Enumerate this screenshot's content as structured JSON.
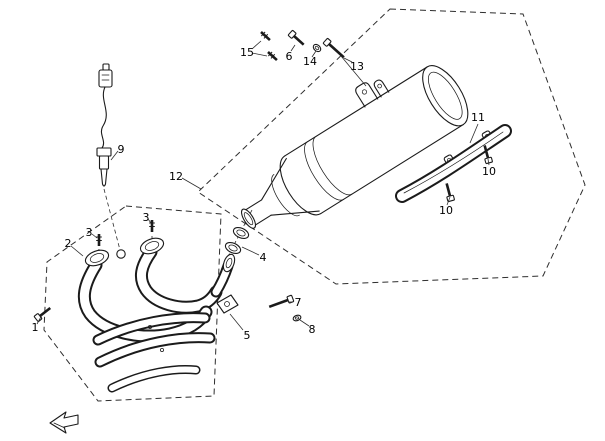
{
  "diagram": {
    "kind": "exploded-parts-diagram",
    "subject": "exhaust-system",
    "colors": {
      "line": "#1b1b1b",
      "background": "#ffffff",
      "dashed_outline": "#2e2e2e"
    },
    "icons": {
      "direction_indicator": "front-direction-arrow-icon"
    },
    "callouts": [
      {
        "part": "15"
      },
      {
        "part": "6"
      },
      {
        "part": "14"
      },
      {
        "part": "13"
      },
      {
        "part": "9"
      },
      {
        "part": "12"
      },
      {
        "part": "11"
      },
      {
        "part": "10"
      },
      {
        "part": "10"
      },
      {
        "part": "3"
      },
      {
        "part": "3"
      },
      {
        "part": "2"
      },
      {
        "part": "4"
      },
      {
        "part": "7"
      },
      {
        "part": "8"
      },
      {
        "part": "5"
      },
      {
        "part": "1"
      }
    ]
  }
}
